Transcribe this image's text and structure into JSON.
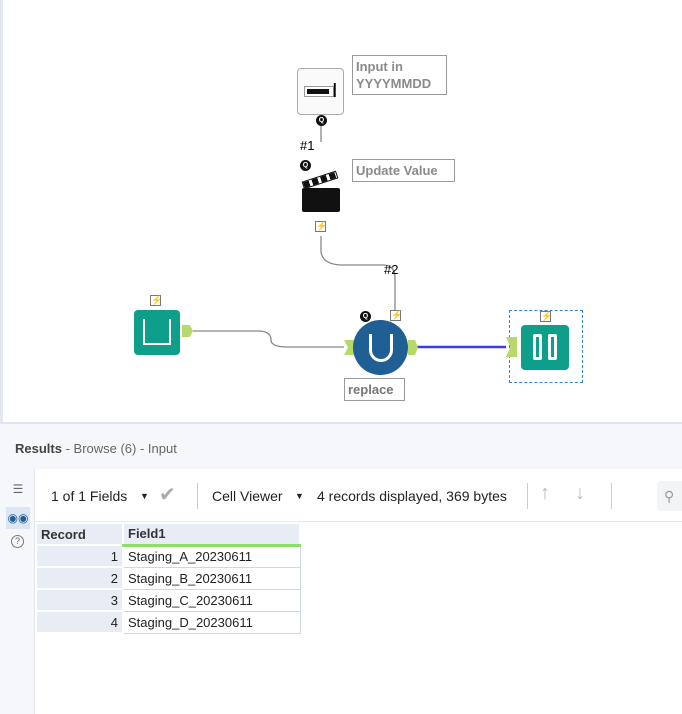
{
  "workflow": {
    "tools": [
      {
        "name": "text-input-tool",
        "label": "Input in YYYYMMDD"
      },
      {
        "name": "action-tool",
        "label": "Update Value"
      },
      {
        "name": "formula-tool",
        "label": "replace"
      }
    ],
    "connection_labels": [
      "#1",
      "#2"
    ],
    "badges": {
      "question": "Q",
      "bolt": "⚡"
    },
    "colors": {
      "tool_teal": "#0d9f8a",
      "formula_blue": "#1f5f94",
      "anchor": "#b7d96a",
      "selected_connection": "#3a3ee8"
    }
  },
  "results": {
    "title": "Results",
    "subtitle": " - Browse (6) - Input",
    "toolbar": {
      "fields": "1 of 1 Fields",
      "viewer": "Cell Viewer",
      "summary": "4 records displayed, 369 bytes"
    },
    "columns": [
      "Record",
      "Field1"
    ],
    "rows": [
      {
        "record": "1",
        "value": "Staging_A_20230611"
      },
      {
        "record": "2",
        "value": "Staging_B_20230611"
      },
      {
        "record": "3",
        "value": "Staging_C_20230611"
      },
      {
        "record": "4",
        "value": "Staging_D_20230611"
      }
    ]
  }
}
